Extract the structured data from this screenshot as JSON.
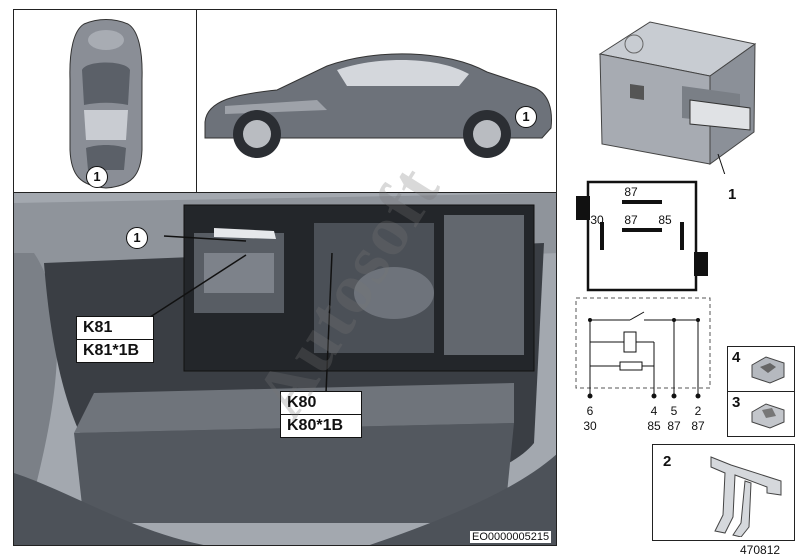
{
  "callouts": {
    "top_view": "1",
    "side_view": "1",
    "main_view": "1"
  },
  "labels": {
    "k81_a": "K81",
    "k81_b": "K81*1B",
    "k80_a": "K80",
    "k80_b": "K80*1B"
  },
  "image_code": "EO0000005215",
  "part_numbers": {
    "relay": "1",
    "part_2": "2",
    "part_3": "3",
    "part_4": "4"
  },
  "relay_face_pins": {
    "top": "87",
    "left": "30",
    "center": "87",
    "right": "85"
  },
  "schematic_pins": [
    {
      "num": "6",
      "term": "30"
    },
    {
      "num": "4",
      "term": "85"
    },
    {
      "num": "5",
      "term": "87"
    },
    {
      "num": "2",
      "term": "87"
    }
  ],
  "diagram_number": "470812",
  "watermark": "Autosoft"
}
